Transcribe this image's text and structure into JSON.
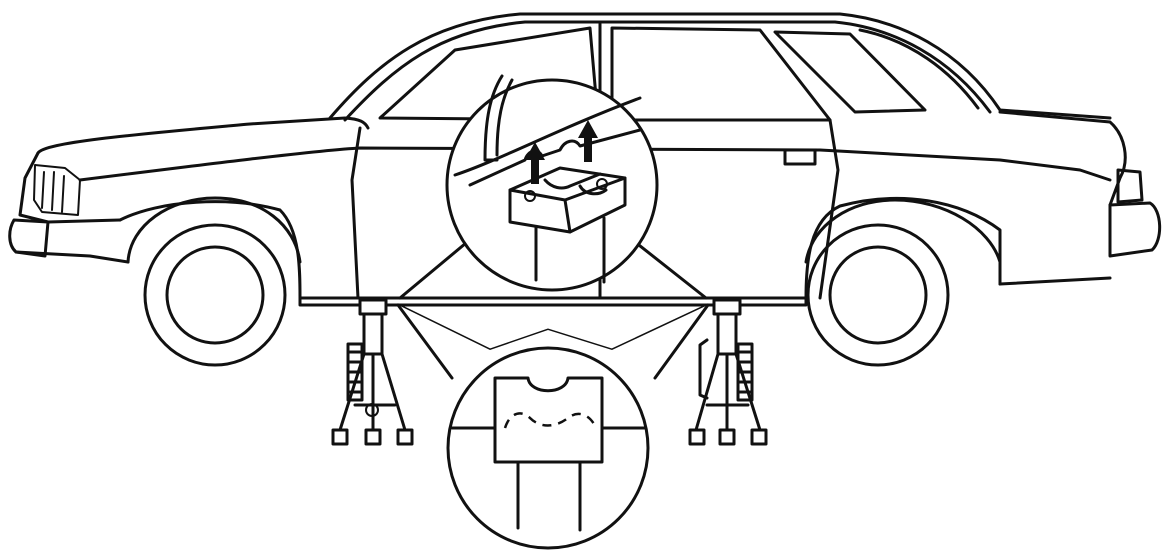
{
  "figure": {
    "subject": "car-on-jack-stands",
    "icons": [
      "car-outline",
      "jack-stand",
      "magnifier-circle",
      "up-arrow",
      "jack-saddle"
    ],
    "colors": {
      "ink": "#111111",
      "background": "#ffffff"
    }
  }
}
